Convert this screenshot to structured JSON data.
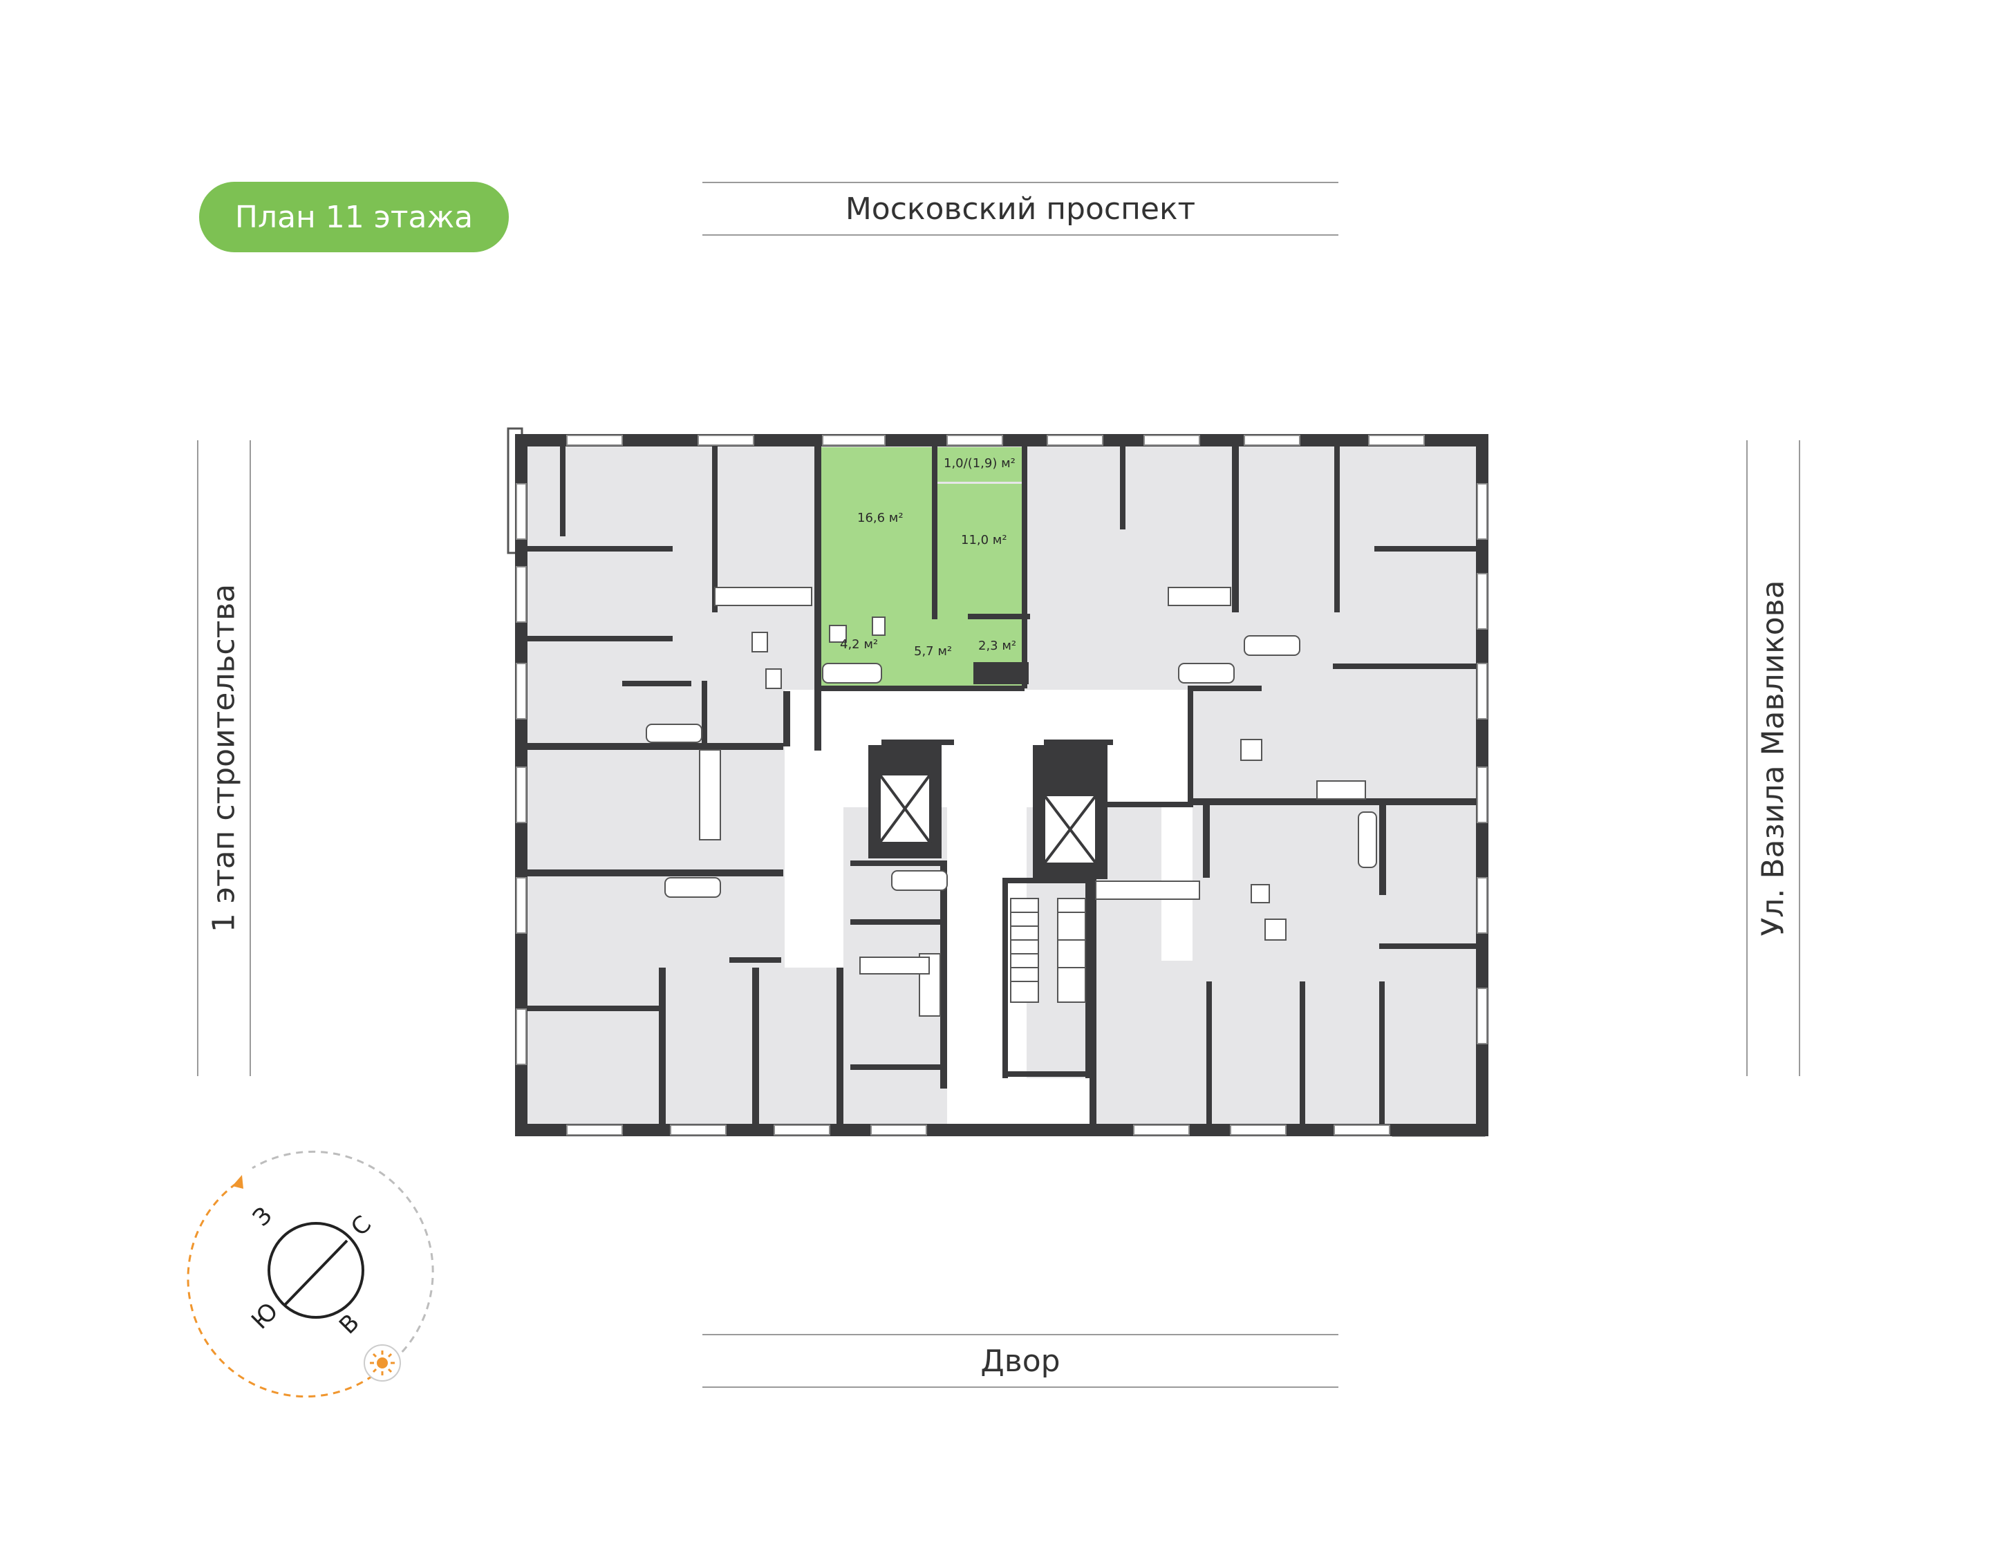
{
  "floor_badge": "План 11 этажа",
  "streets": {
    "north": "Московский проспект",
    "south": "Двор",
    "west": "1 этап строительства",
    "east": "Ул. Вазила Мавликова"
  },
  "apartment": {
    "color": "#a6d98a",
    "rooms": [
      "16,6 м²",
      "11,0 м²",
      "1,0/(1,9) м²",
      "4,2 м²",
      "5,7 м²",
      "2,3 м²"
    ]
  },
  "compass": {
    "west": "З",
    "north": "С",
    "south": "Ю",
    "east": "В",
    "sun_color": "#f0962e"
  },
  "icons": [
    "sun-icon",
    "compass-icon",
    "elevator-icon",
    "stairs-icon"
  ]
}
